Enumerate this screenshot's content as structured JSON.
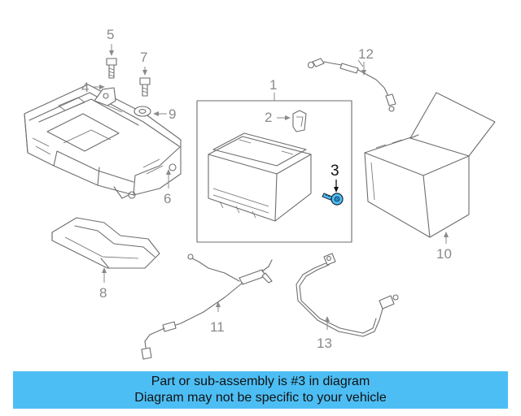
{
  "diagram": {
    "callouts": [
      "1",
      "2",
      "3",
      "4",
      "5",
      "6",
      "7",
      "8",
      "9",
      "10",
      "11",
      "12",
      "13"
    ],
    "highlighted_part": "3",
    "highlight_color": "#4dbef4"
  },
  "banner": {
    "line1": "Part or sub-assembly is #3 in diagram",
    "line2": "Diagram may not be specific to your vehicle",
    "background": "#4dbef4"
  }
}
